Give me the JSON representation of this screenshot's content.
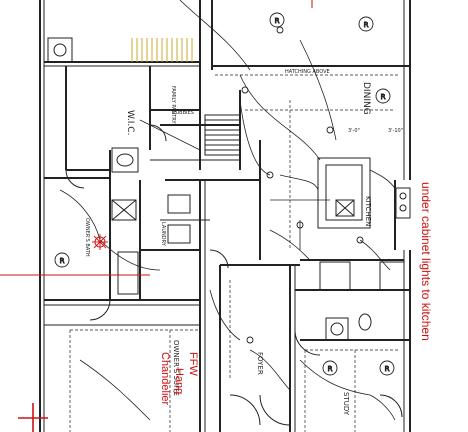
{
  "colors": {
    "line": "#222222",
    "annotation": "#d01010",
    "background": "#ffffff"
  },
  "rooms": {
    "wic": "W.I.C.",
    "family_pantry": "FAMILY PANTRY",
    "cubbies": "CUBBIES",
    "dining": "DINING",
    "kitchen": "KITCHEN",
    "owners_bath": "OWNER'S BATH",
    "laundry": "LAUNDRY",
    "owners_suite": "OWNER'S SUITE",
    "foyer": "FOYER",
    "study": "STUDY",
    "hatching": "HATCHING ABOVE"
  },
  "annotations": {
    "under_cabinet": "under cabinet lights to kitchen",
    "ffw": "FFW",
    "hang": "Hang",
    "chandelier": "Chandelier"
  },
  "symbols": {
    "receptacle": "R"
  },
  "dimensions": {
    "d1": "3'-0\"",
    "d2": "3'-10\""
  }
}
